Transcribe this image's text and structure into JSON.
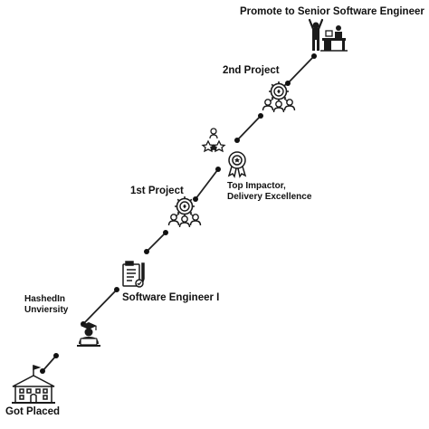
{
  "milestones": {
    "got_placed": "Got Placed",
    "university_line1": "HashedIn",
    "university_line2": "Unviersity",
    "software_engineer": "Software Engineer I",
    "first_project": "1st Project",
    "award_line1": "Top Impactor,",
    "award_line2": "Delivery Excellence",
    "second_project": "2nd Project",
    "promotion": "Promote to Senior Software Engineer"
  },
  "icons": {
    "school": "school-building-icon",
    "graduate": "graduate-laptop-icon",
    "job": "contract-document-icon",
    "project_team": "team-network-icon",
    "award": "award-medal-icon",
    "star_rating": "star-team-icon",
    "promotion": "executive-desk-icon"
  },
  "colors": {
    "line": "#222222",
    "node": "#111111",
    "icon": "#1a1a1a"
  }
}
